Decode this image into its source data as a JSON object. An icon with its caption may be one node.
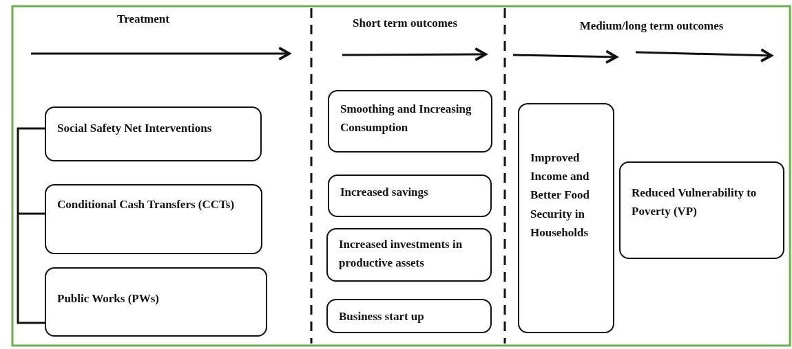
{
  "diagram": {
    "nodes": [
      {
        "text": [
          "Social Safety Net Interventions"
        ]
      },
      {
        "text": [
          "Conditional Cash Transfers (CCTs)"
        ]
      },
      {
        "text": [
          "Public Works (PWs)"
        ]
      },
      {
        "text": [
          "Smoothing and Increasing Consumption"
        ]
      },
      {
        "text": [
          "Increased savings"
        ]
      },
      {
        "text": [
          "Increased investments in productive assets"
        ]
      },
      {
        "text": [
          "Business start up"
        ]
      },
      {
        "text": [
          "Improved Income and Better Food Security in Households"
        ]
      },
      {
        "text": [
          "Reduced Vulnerability to Poverty (VP)"
        ]
      }
    ],
    "labels": [
      "Treatment",
      "Short term outcomes",
      "Medium/long term outcomes"
    ]
  }
}
